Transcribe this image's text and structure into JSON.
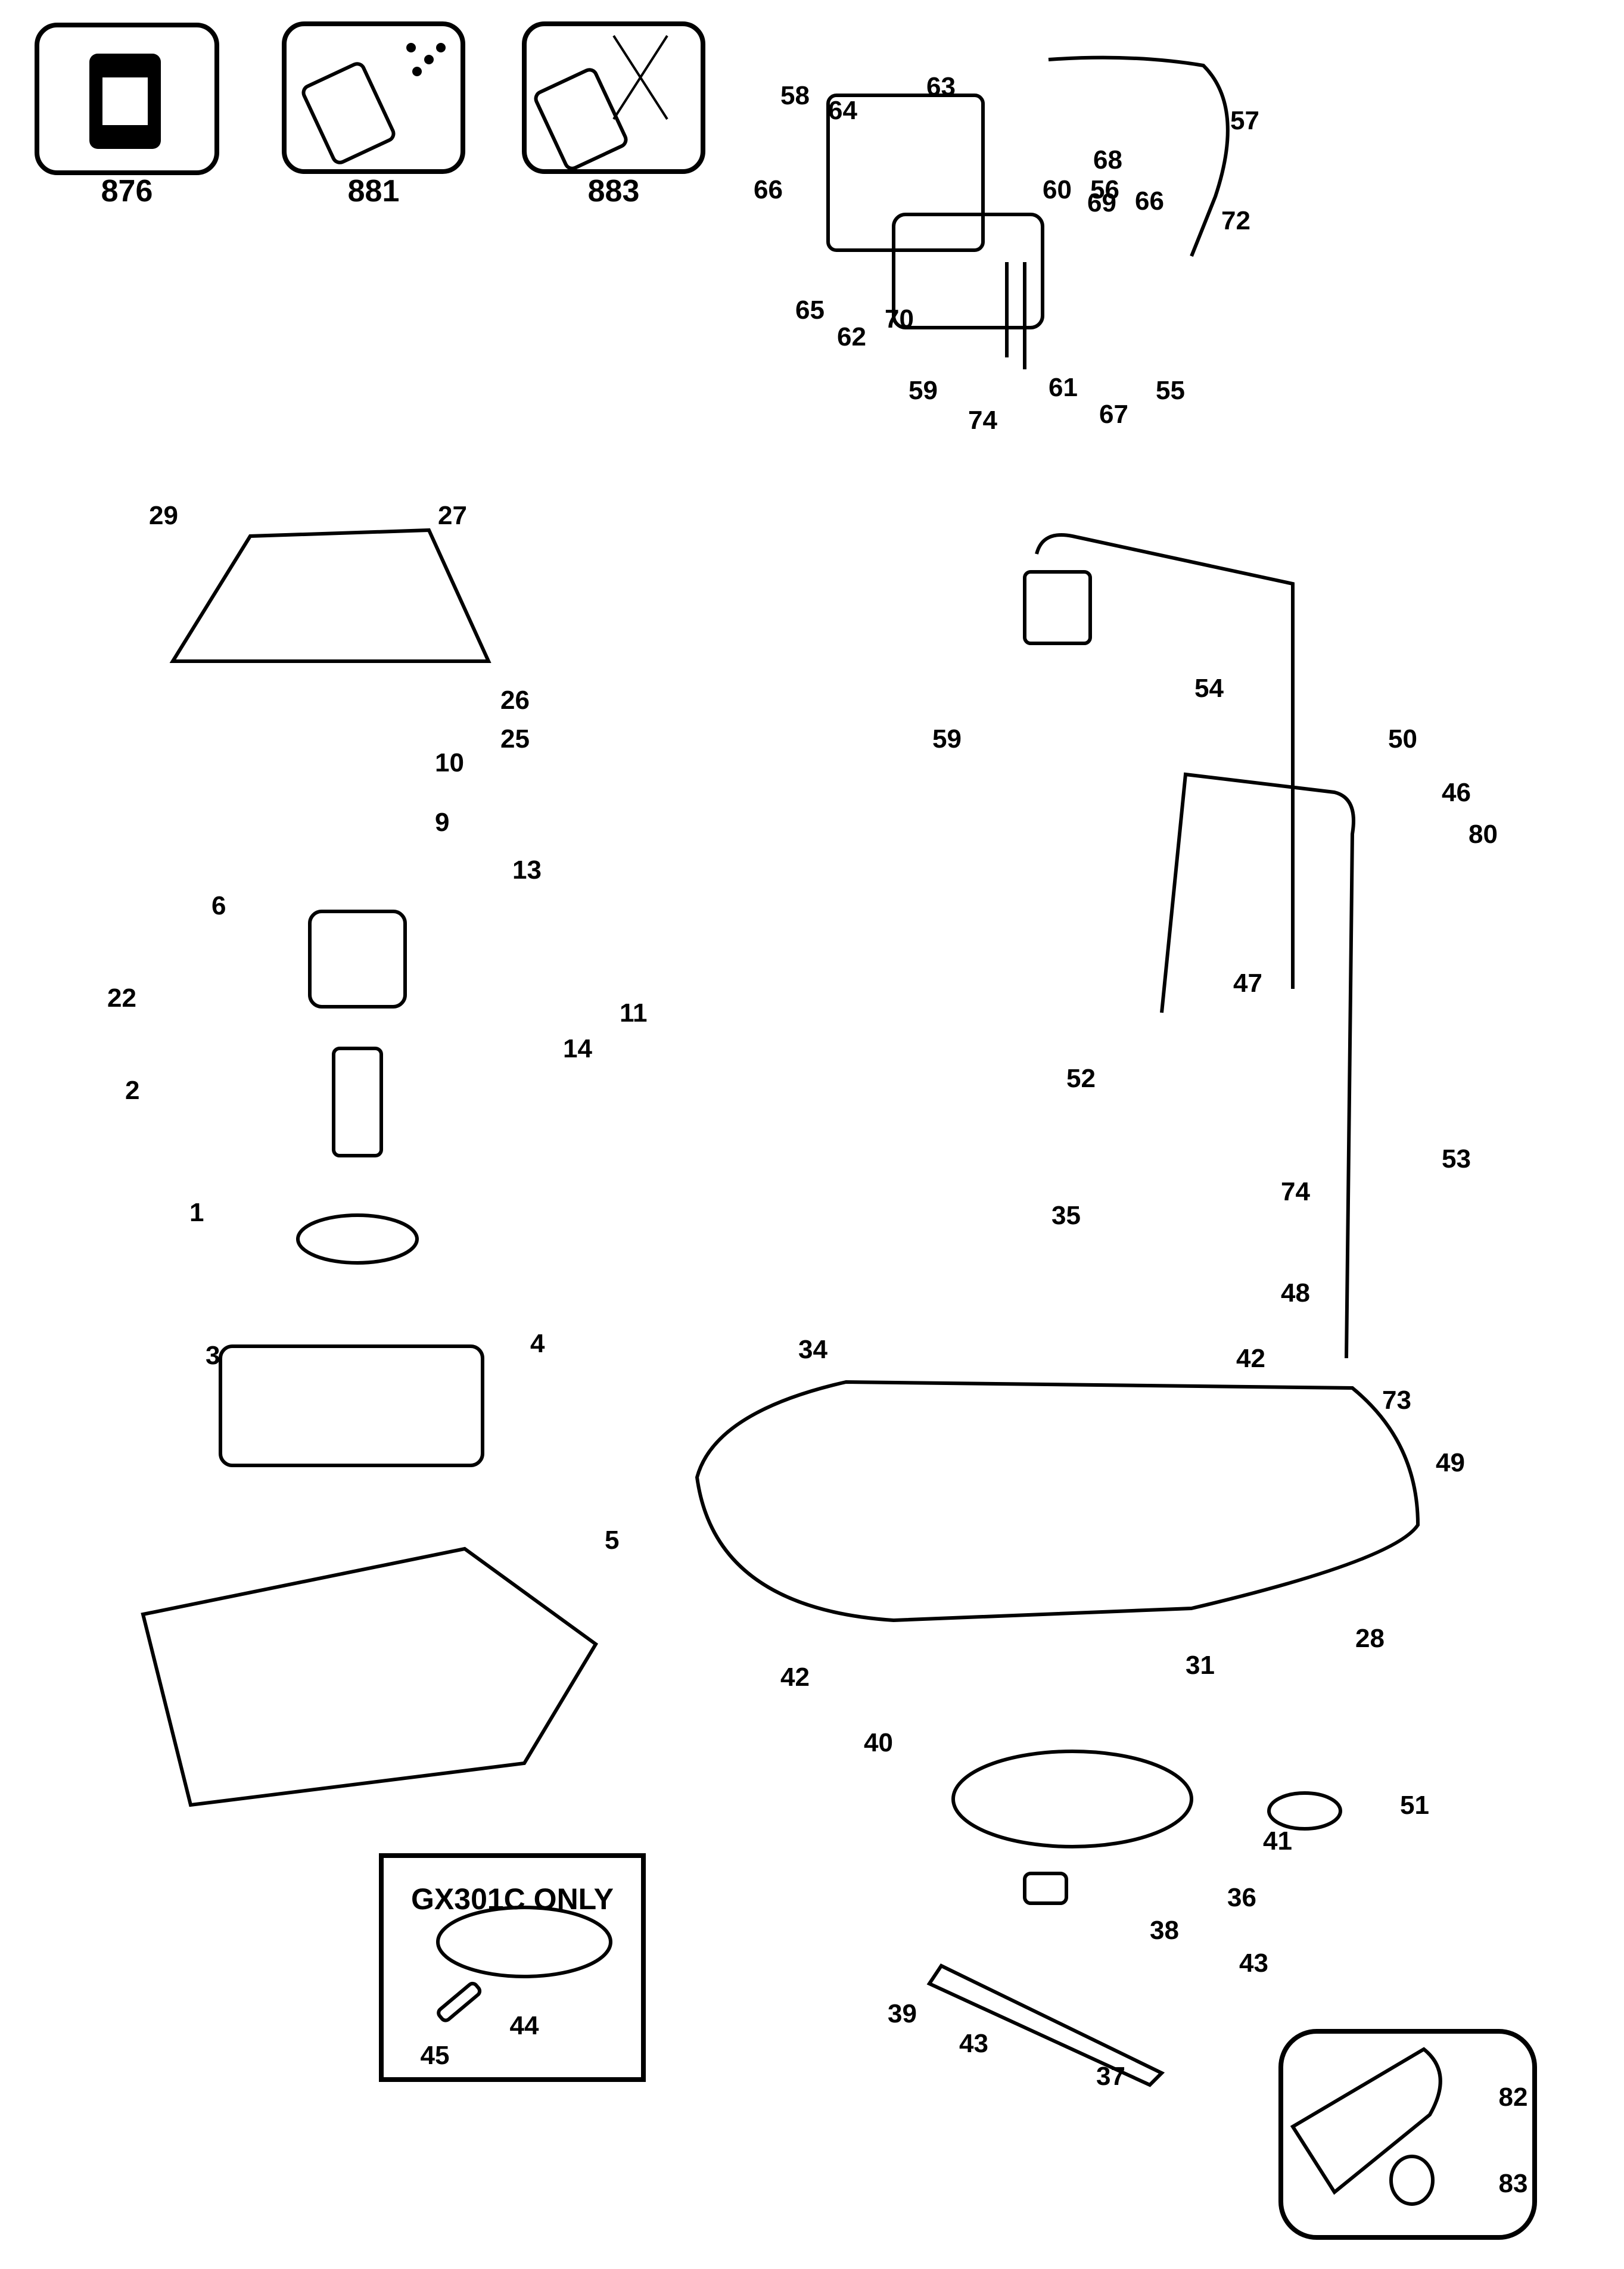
{
  "legend_icons": [
    {
      "code": "876",
      "icon": "motor-icon"
    },
    {
      "code": "881",
      "icon": "switch-water-drops-icon"
    },
    {
      "code": "883",
      "icon": "switch-no-water-icon"
    }
  ],
  "gx_panel": {
    "title": "GX301C ONLY",
    "labels": [
      "44",
      "45"
    ]
  },
  "accessory_panel": {
    "labels": [
      "82",
      "83"
    ]
  },
  "callouts": {
    "switch_assembly": [
      "58",
      "64",
      "63",
      "57",
      "68",
      "56",
      "66",
      "60",
      "69",
      "66",
      "72",
      "65",
      "62",
      "70",
      "55",
      "59",
      "61",
      "74",
      "67"
    ],
    "motor_column": [
      "29",
      "27",
      "26",
      "25",
      "10",
      "9",
      "13",
      "6",
      "11",
      "14",
      "22",
      "2",
      "1",
      "3",
      "4",
      "5"
    ],
    "handle_and_deck": [
      "54",
      "59",
      "50",
      "46",
      "80",
      "47",
      "52",
      "53",
      "74",
      "35",
      "48",
      "42",
      "34",
      "73",
      "49",
      "31",
      "28"
    ],
    "blade_stack": [
      "42",
      "40",
      "41",
      "51",
      "36",
      "38",
      "43",
      "39",
      "43",
      "37"
    ]
  }
}
